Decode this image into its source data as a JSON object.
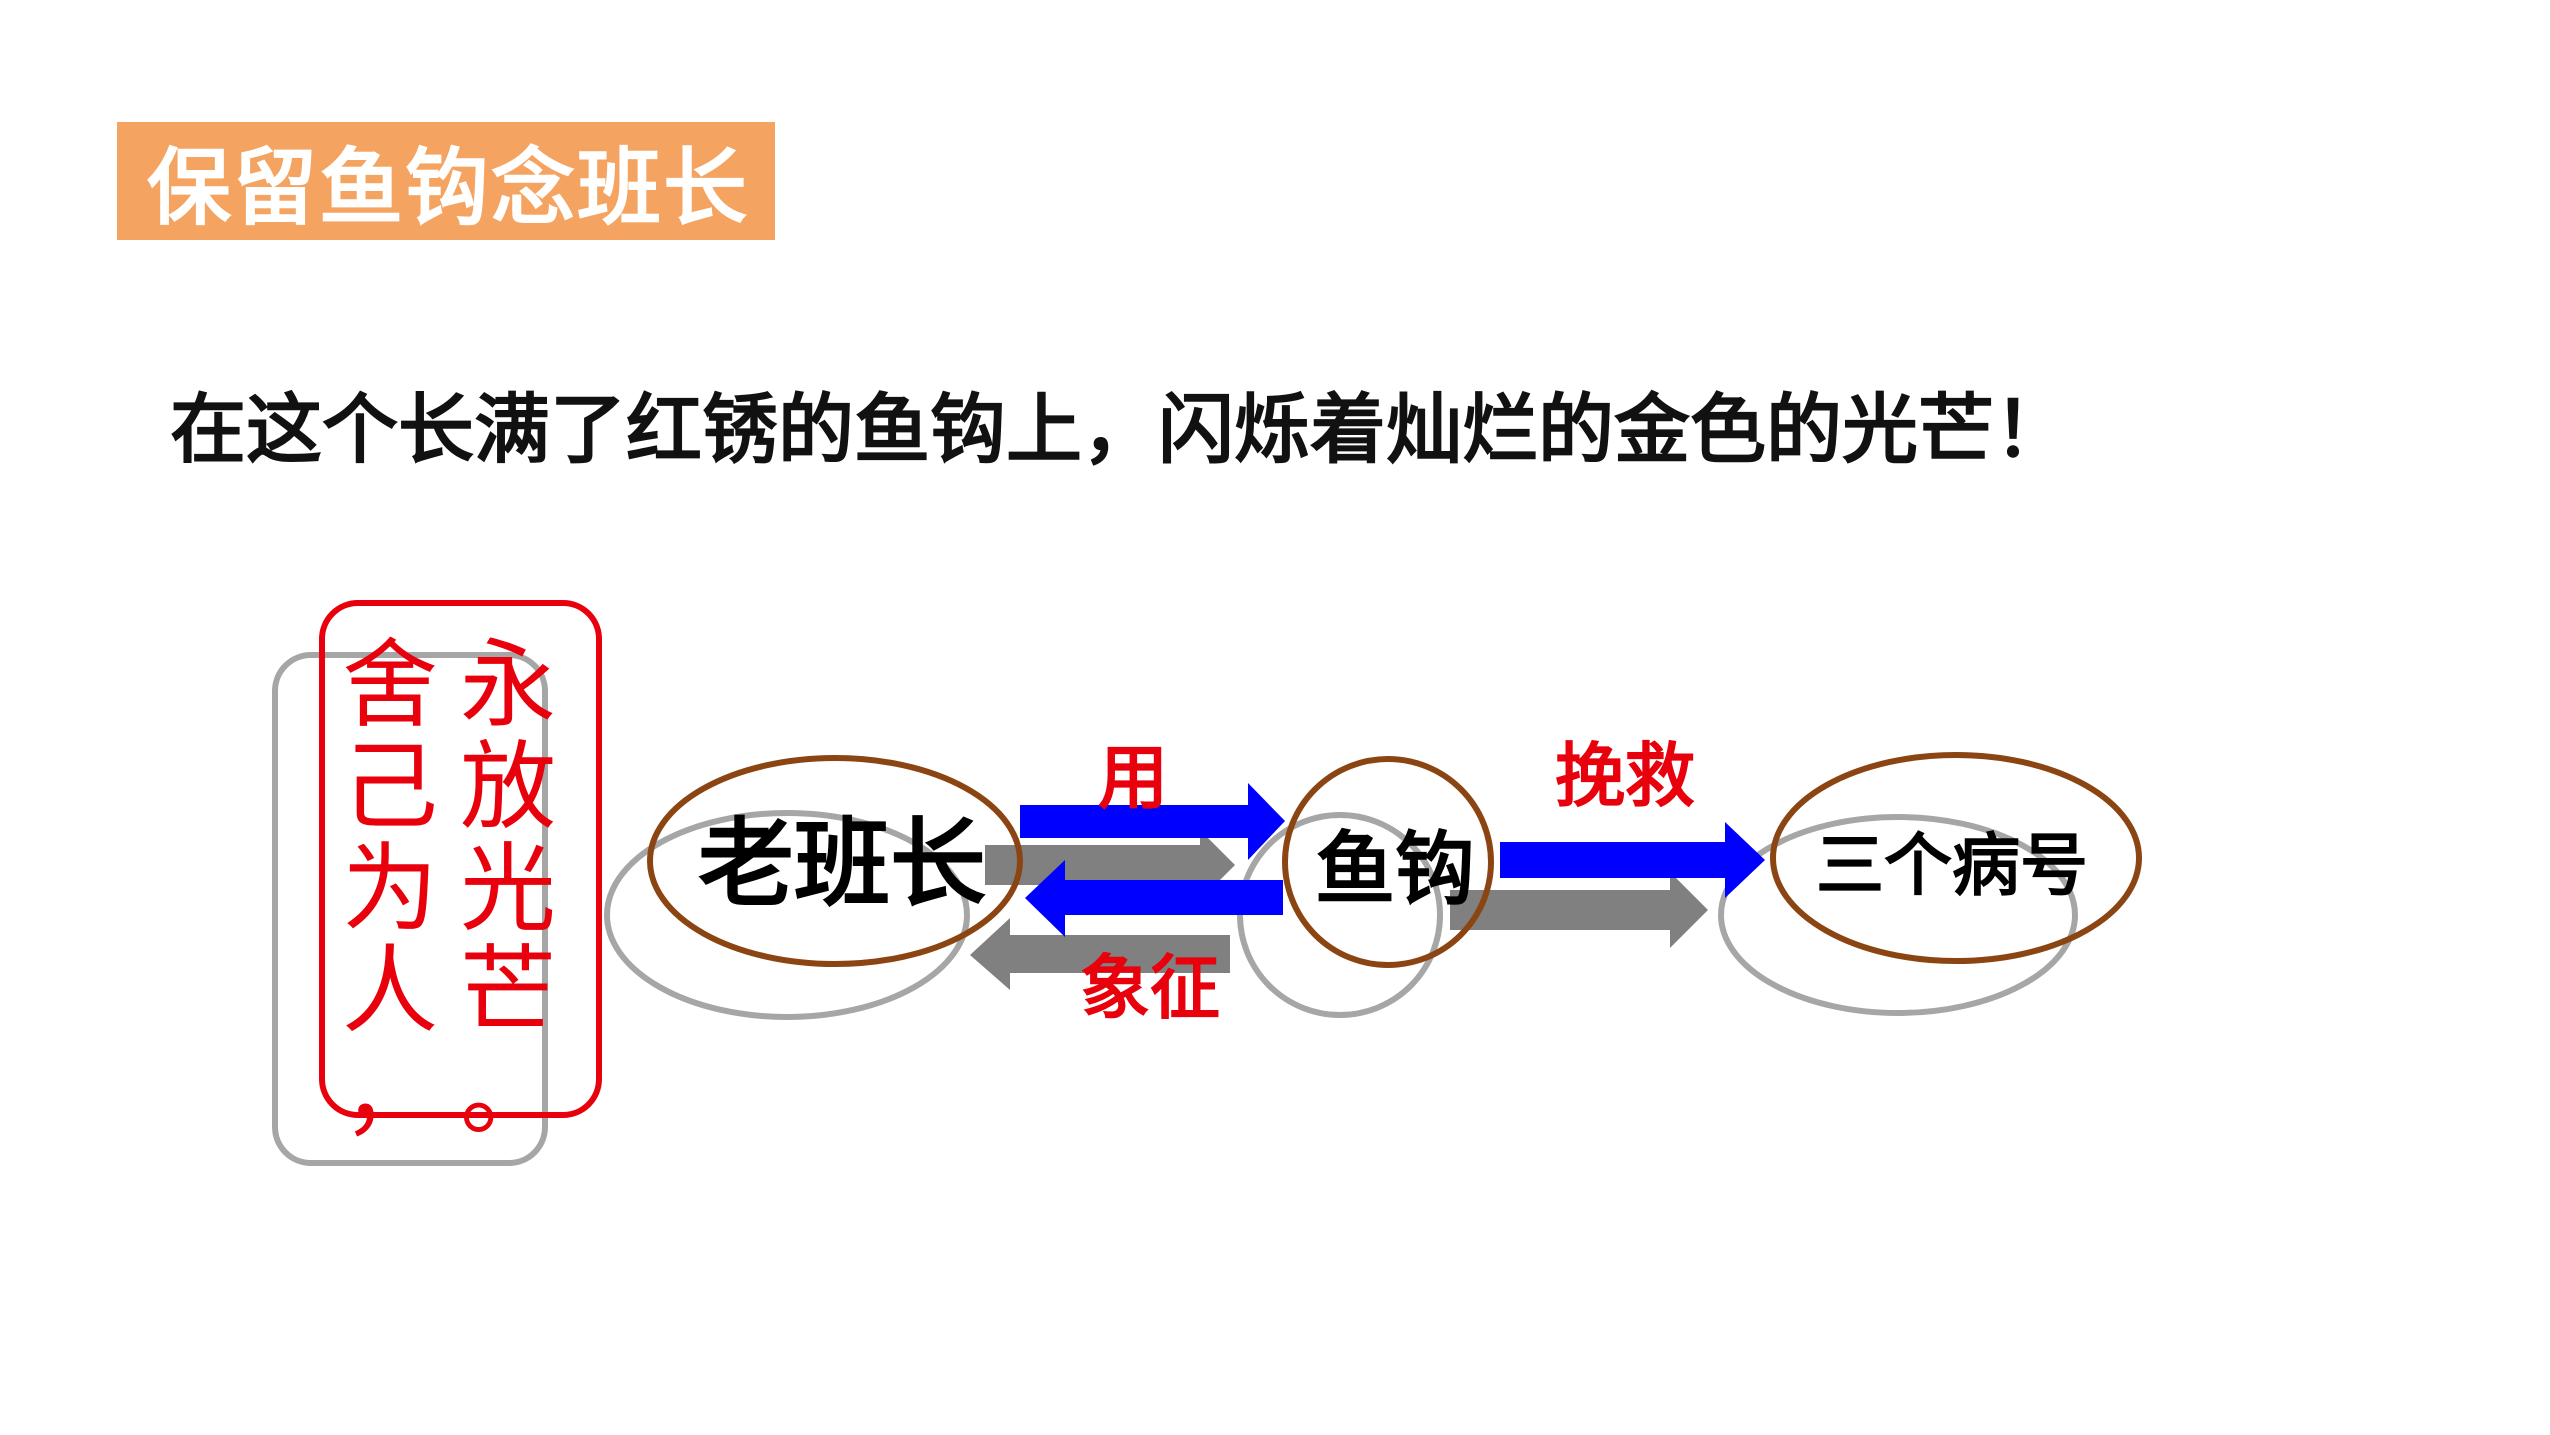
{
  "section_tag": {
    "label": "保留鱼钩念班长",
    "color": "#F4A460"
  },
  "quote": "在这个长满了红锈的鱼钩上，闪烁着灿烂的金色的光芒！",
  "vertical_phrase": {
    "right_column": "永放光芒。",
    "left_column": "舍己为人，",
    "color": "#E8000D"
  },
  "nodes": [
    {
      "id": "squad-leader",
      "label": "老班长"
    },
    {
      "id": "fishhook",
      "label": "鱼钩"
    },
    {
      "id": "three-patients",
      "label": "三个病号"
    }
  ],
  "relations": {
    "use": "用",
    "symbolize": "象征",
    "rescue": "挽救"
  },
  "colors": {
    "accent": "#F4A460",
    "oval_outline": "#8B4513",
    "shadow_outline": "#A6A6A6",
    "arrow_primary": "#0000FF",
    "arrow_shadow": "#808080",
    "relation_text": "#E8000D"
  }
}
